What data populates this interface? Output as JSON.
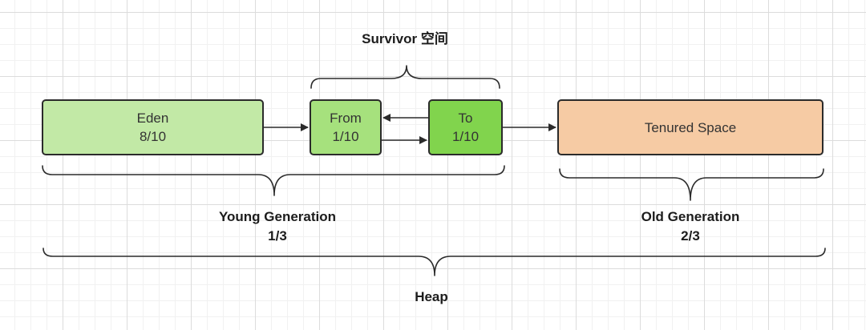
{
  "boxes": {
    "eden": {
      "title": "Eden",
      "ratio": "8/10",
      "fill": "#c2e9a6"
    },
    "from": {
      "title": "From",
      "ratio": "1/10",
      "fill": "#a6e17d"
    },
    "to": {
      "title": "To",
      "ratio": "1/10",
      "fill": "#81d44d"
    },
    "tenured": {
      "title": "Tenured Space",
      "fill": "#f6cba4"
    }
  },
  "labels": {
    "survivor": "Survivor 空间",
    "young_generation": {
      "title": "Young Generation",
      "ratio": "1/3"
    },
    "old_generation": {
      "title": "Old Generation",
      "ratio": "2/3"
    },
    "heap": "Heap"
  },
  "colors": {
    "stroke": "#2b2b2b",
    "text": "#333333",
    "grid": "#dcdcdc"
  }
}
